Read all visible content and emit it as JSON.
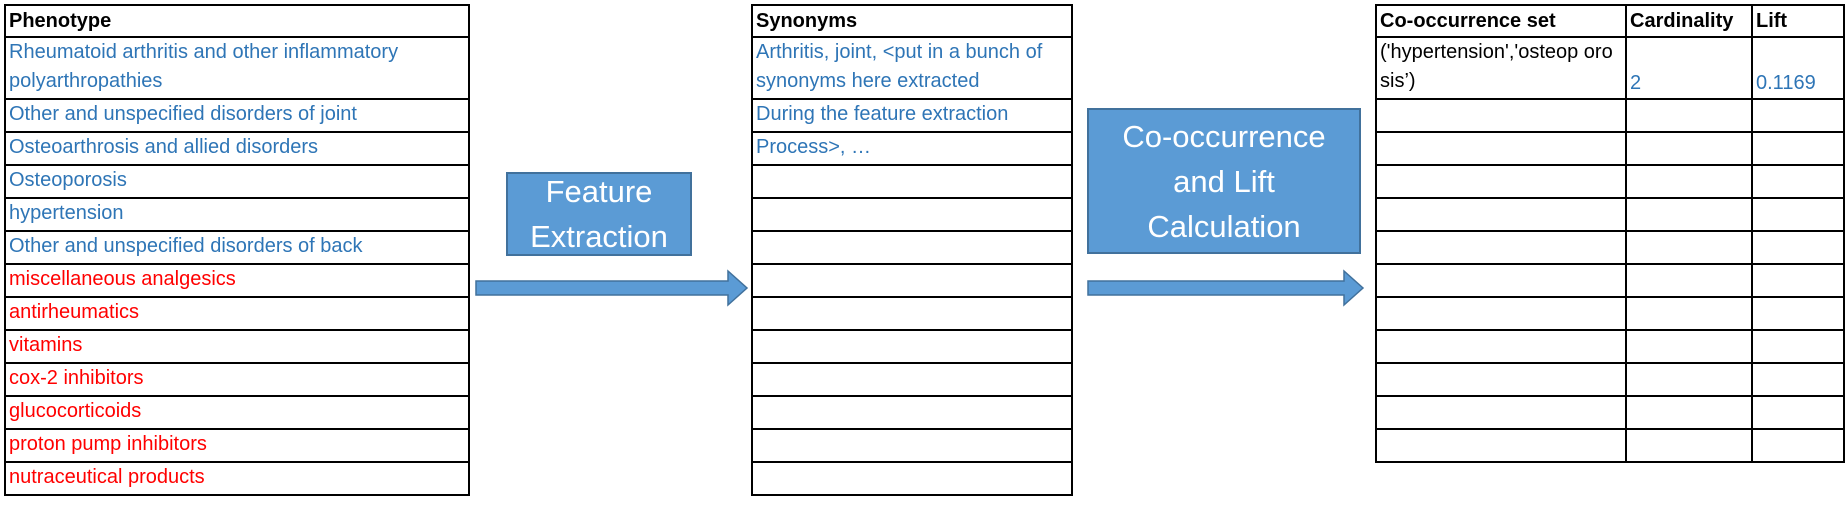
{
  "phenotype_table": {
    "header": "Phenotype",
    "rows": [
      {
        "text": "Rheumatoid arthritis and other inflammatory polyarthropathies",
        "color": "blue"
      },
      {
        "text": "Other and unspecified disorders of joint",
        "color": "blue"
      },
      {
        "text": "Osteoarthrosis and allied disorders",
        "color": "blue"
      },
      {
        "text": "Osteoporosis",
        "color": "blue"
      },
      {
        "text": "hypertension",
        "color": "blue"
      },
      {
        "text": "Other and unspecified disorders of back",
        "color": "blue"
      },
      {
        "text": "miscellaneous analgesics",
        "color": "red"
      },
      {
        "text": "antirheumatics",
        "color": "red"
      },
      {
        "text": "vitamins",
        "color": "red"
      },
      {
        "text": "cox-2 inhibitors",
        "color": "red"
      },
      {
        "text": "glucocorticoids",
        "color": "red"
      },
      {
        "text": "proton pump inhibitors",
        "color": "red"
      },
      {
        "text": "nutraceutical products",
        "color": "red"
      }
    ]
  },
  "step1": {
    "label_line1": "Feature",
    "label_line2": "Extraction"
  },
  "synonyms_table": {
    "header": "Synonyms",
    "rows": [
      "Arthritis, joint, <put in a bunch of synonyms here extracted",
      "During the feature extraction",
      "Process>, …",
      "",
      "",
      "",
      "",
      "",
      "",
      "",
      "",
      "",
      ""
    ]
  },
  "step2": {
    "label_line1": "Co-occurrence",
    "label_line2": "and Lift",
    "label_line3": "Calculation"
  },
  "cooccurrence_table": {
    "headers": [
      "Co-occurrence set",
      "Cardinality",
      "Lift"
    ],
    "rows": [
      {
        "set": "('hypertension','osteop orosis’)",
        "cardinality": "2",
        "lift": "0.1169"
      },
      {
        "set": "",
        "cardinality": "",
        "lift": ""
      },
      {
        "set": "",
        "cardinality": "",
        "lift": ""
      },
      {
        "set": "",
        "cardinality": "",
        "lift": ""
      },
      {
        "set": "",
        "cardinality": "",
        "lift": ""
      },
      {
        "set": "",
        "cardinality": "",
        "lift": ""
      },
      {
        "set": "",
        "cardinality": "",
        "lift": ""
      },
      {
        "set": "",
        "cardinality": "",
        "lift": ""
      },
      {
        "set": "",
        "cardinality": "",
        "lift": ""
      },
      {
        "set": "",
        "cardinality": "",
        "lift": ""
      },
      {
        "set": "",
        "cardinality": "",
        "lift": ""
      },
      {
        "set": "",
        "cardinality": "",
        "lift": ""
      }
    ]
  },
  "colors": {
    "blue": "#2e75b6",
    "red": "#ff0000",
    "box_fill": "#5b9bd5",
    "box_border": "#41719c"
  }
}
